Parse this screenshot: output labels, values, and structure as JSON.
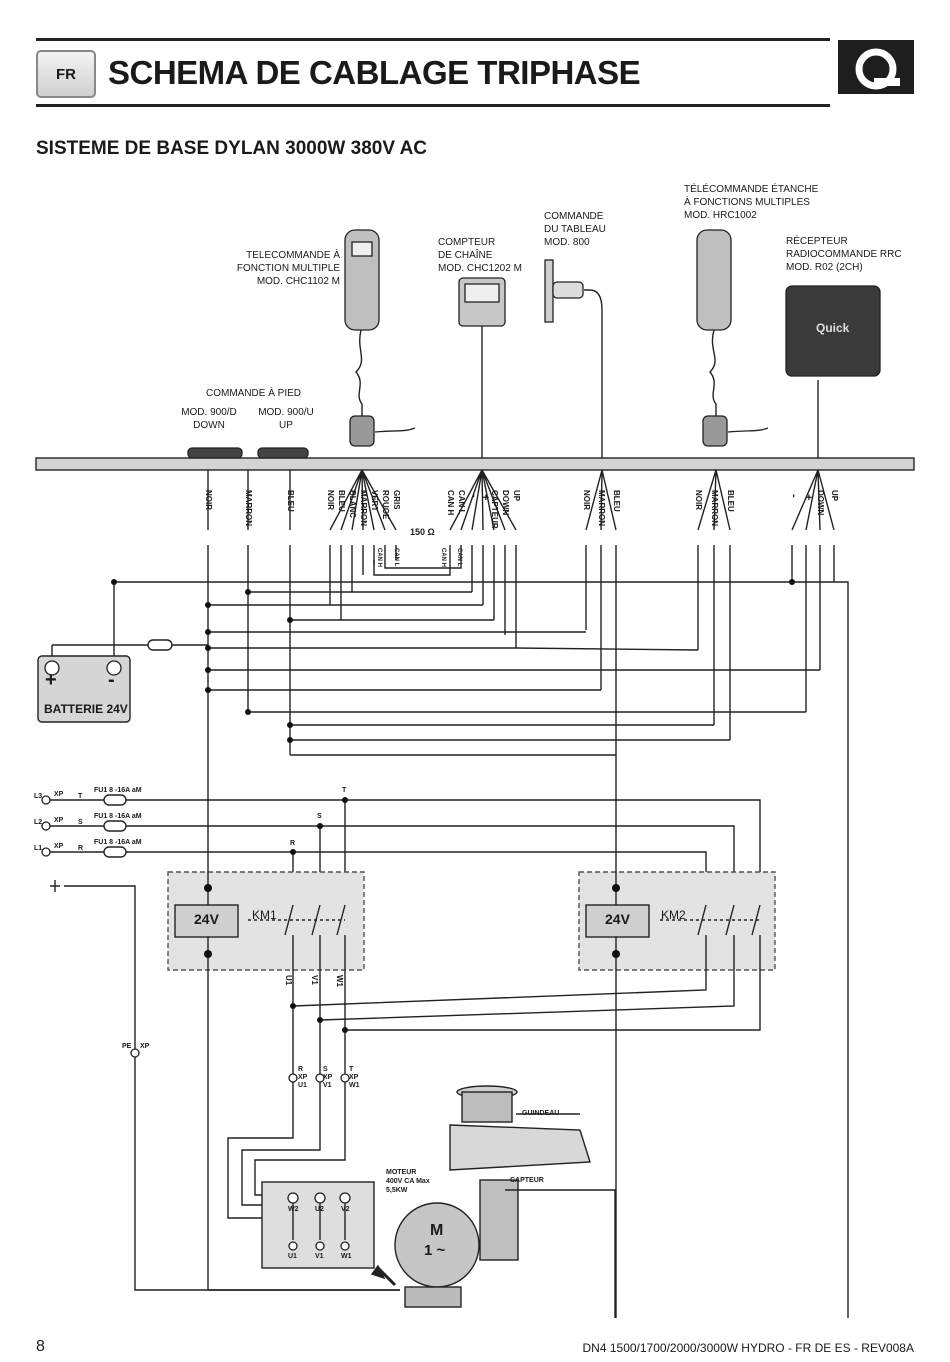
{
  "header": {
    "lang_badge": "FR",
    "title": "SCHEMA DE CABLAGE TRIPHASE",
    "logo_icon": "quick-logo-icon"
  },
  "subtitle": "SISTEME DE BASE DYLAN 3000W 380V AC",
  "devices": {
    "remote1": [
      "TELECOMMANDE À",
      "FONCTION MULTIPLE",
      "MOD. CHC1102 M"
    ],
    "counter": [
      "COMPTEUR",
      "DE CHAÎNE",
      "MOD. CHC1202 M"
    ],
    "panel": [
      "COMMANDE",
      "DU TABLEAU",
      "MOD. 800"
    ],
    "remote2": [
      "TÉLÉCOMMANDE ÉTANCHE",
      "À FONCTIONS MULTIPLES",
      "MOD. HRC1002"
    ],
    "receiver": [
      "RÉCEPTEUR",
      "RADIOCOMMANDE RRC",
      "MOD. R02 (2CH)"
    ],
    "receiver_brand": "Quick",
    "pedal_title": "COMMANDE À PIED",
    "pedal_down": [
      "MOD. 900/D",
      "DOWN"
    ],
    "pedal_up": [
      "MOD. 900/U",
      "UP"
    ]
  },
  "wires": {
    "pedal": [
      "NOIR",
      "MARRON",
      "BLEU"
    ],
    "remote1": [
      "NOIR",
      "BLEU",
      "BLANC",
      "MARRON",
      "VERT",
      "ROUGE",
      "GRIS"
    ],
    "counter": [
      "CAN H",
      "CAN L",
      "-",
      "+",
      "CAPTEUR",
      "DOWN",
      "UP"
    ],
    "panel": [
      "NOIR",
      "MARRON",
      "BLEU"
    ],
    "remote2": [
      "NOIR",
      "MARRON",
      "BLEU"
    ],
    "receiver": [
      "-",
      "+",
      "DOWN",
      "UP"
    ],
    "can_a": [
      "CAN H",
      "CAN L"
    ],
    "can_b": [
      "CAN L",
      "CAN H"
    ],
    "resistor": "150 Ω"
  },
  "battery": {
    "plus": "+",
    "minus": "-",
    "label": "BATTERIE 24V"
  },
  "supply": {
    "L3": "L3",
    "L2": "L2",
    "L1": "L1",
    "xp": "XP",
    "T": "T",
    "S": "S",
    "R": "R",
    "fuse": "FU1  8 -16A aM"
  },
  "contactors": {
    "km1": {
      "coil": "24V",
      "name": "KM1"
    },
    "km2": {
      "coil": "24V",
      "name": "KM2"
    },
    "outs": [
      "U1",
      "V1",
      "W1"
    ]
  },
  "terminals": {
    "pe": "PE",
    "xp": "XP",
    "r": [
      "R",
      "XP",
      "U1"
    ],
    "s": [
      "S",
      "XP",
      "V1"
    ],
    "t": [
      "T",
      "XP",
      "W1"
    ]
  },
  "motor": {
    "label": [
      "MOTEUR",
      "400V CA Max",
      "5,5KW"
    ],
    "symbol": "M",
    "phase": "1 ~",
    "top_terms": [
      "W2",
      "U2",
      "V2"
    ],
    "bottom_terms": [
      "U1",
      "V1",
      "W1"
    ]
  },
  "windlass": {
    "name": "GUINDEAU",
    "sensor": "CAPTEUR"
  },
  "footer": {
    "page": "8",
    "doc": "DN4 1500/1700/2000/3000W HYDRO - FR DE ES - REV008A"
  }
}
